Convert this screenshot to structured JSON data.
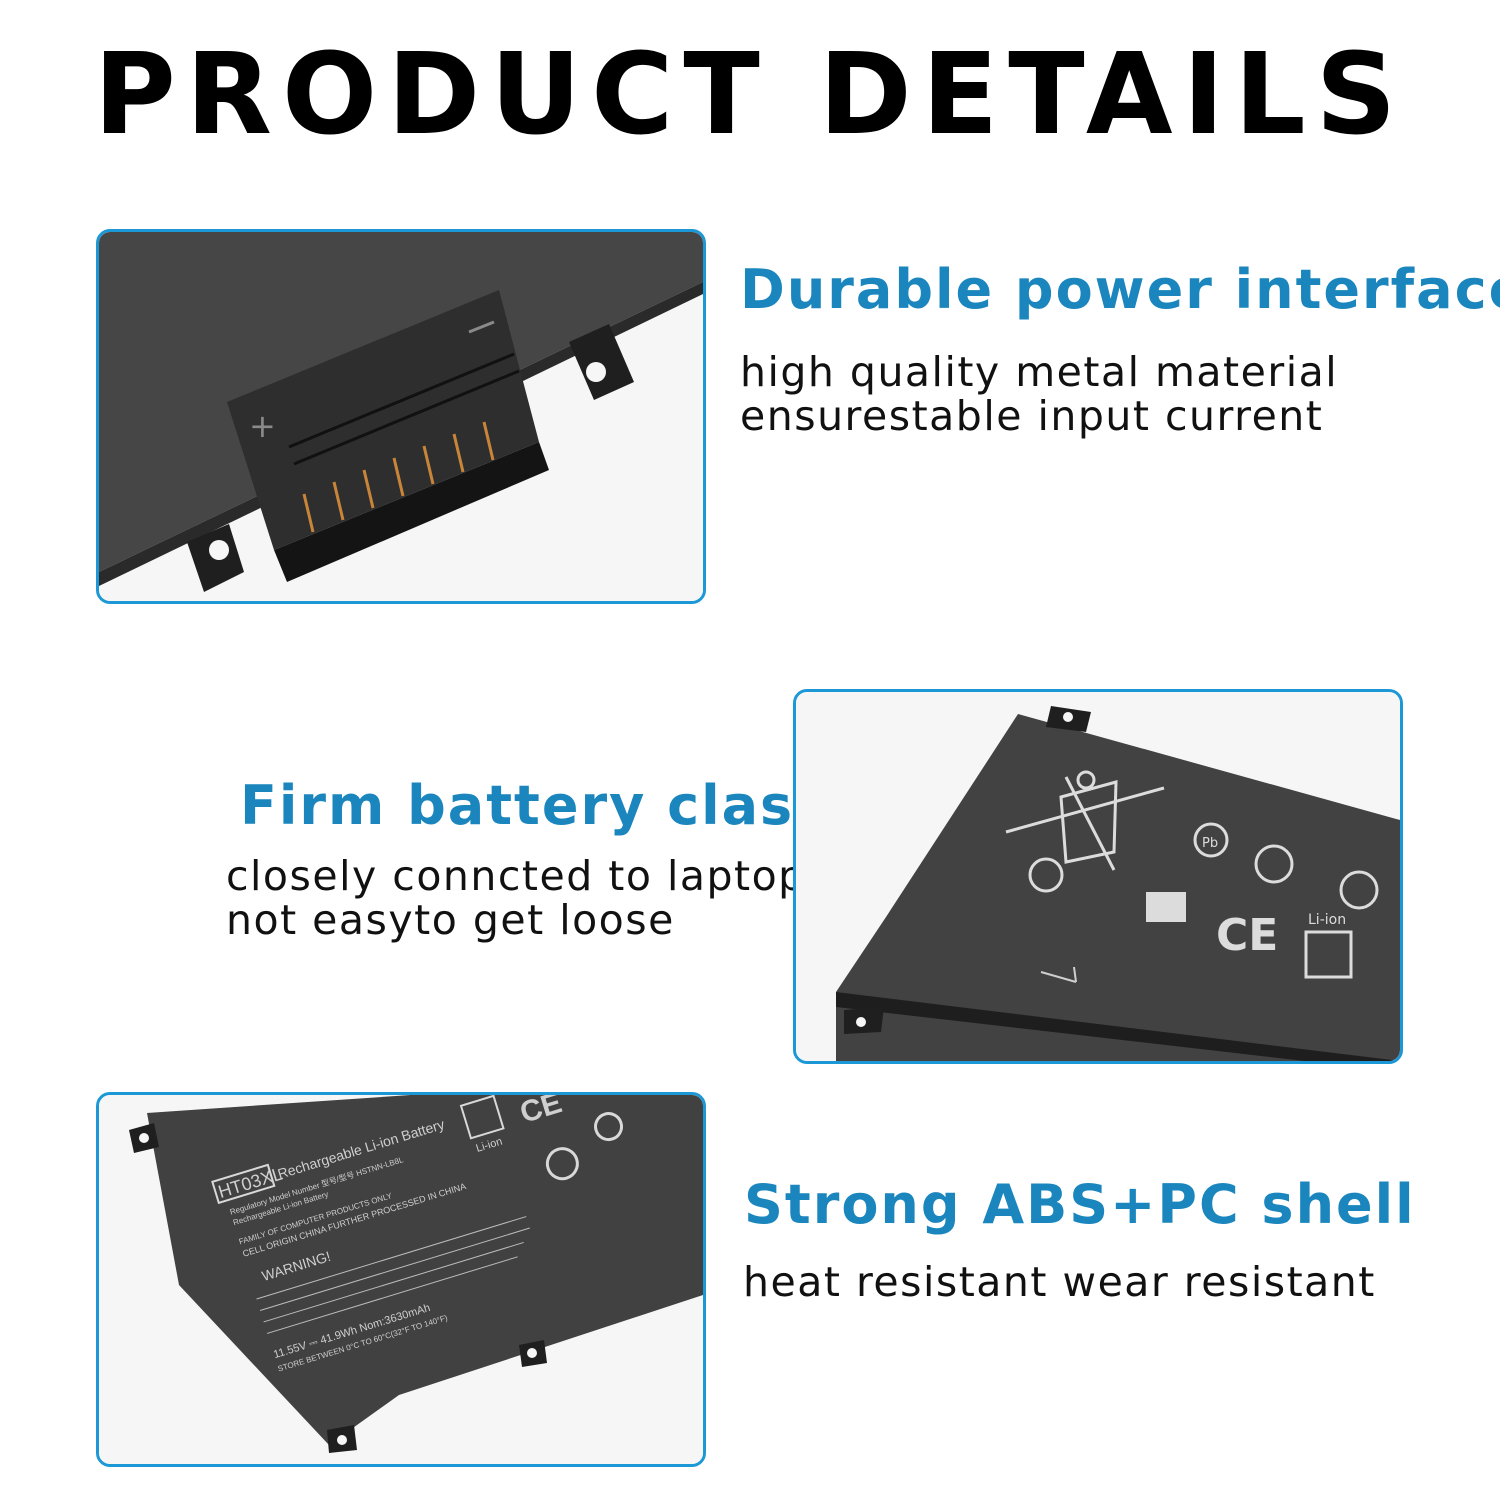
{
  "page_title": "PRODUCT DETAILS",
  "features": [
    {
      "heading": "Durable power interface",
      "lines": [
        "high quality metal material",
        "ensurestable input current"
      ]
    },
    {
      "heading": "Firm battery clasp",
      "lines": [
        "closely conncted to laptop",
        "not easyto get loose"
      ]
    },
    {
      "heading": "Strong ABS+PC shell",
      "lines": [
        "heat resistant wear resistant"
      ]
    }
  ],
  "battery_label": {
    "model": "HT03XL",
    "line1": "Rechargeable Li-ion Battery",
    "model_number": "Regulatory Model Number 型号/型号  HSTNN-LB8L",
    "line2": "Rechargeable Li-ion Battery",
    "family": "FAMILY OF COMPUTER PRODUCTS ONLY",
    "origin": "CELL ORIGIN CHINA FURTHER PROCESSED IN CHINA",
    "warning": "WARNING!",
    "rating": "11.55V ⎓ 41.9Wh  Nom:3630mAh",
    "store": "STORE BETWEEN 0°C TO 60°C(32°F TO 140°F)",
    "ce": "CE",
    "li_ion": "Li-ion"
  },
  "colors": {
    "accent": "#1a86bd",
    "frame": "#1d98d6",
    "battery": "#3f3f3f"
  }
}
